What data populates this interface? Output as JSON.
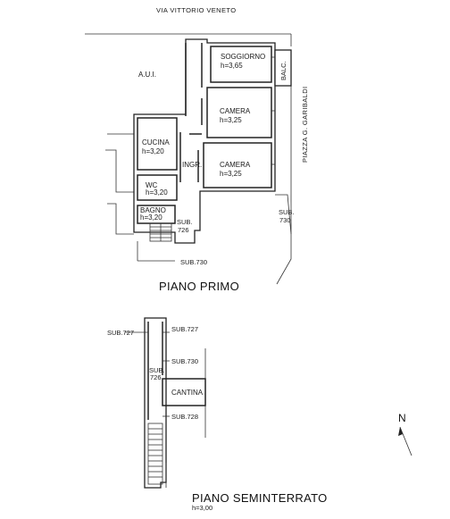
{
  "street_top": "VIA VITTORIO VENETO",
  "street_right": "PIAZZA G. GARIBALDI",
  "first_floor": {
    "title": "PIANO PRIMO",
    "rooms": {
      "soggiorno": "SOGGIORNO",
      "soggiorno_h": "h=3,65",
      "balc": "BALC.",
      "camera1": "CAMERA",
      "camera1_h": "h=3,25",
      "camera2": "CAMERA",
      "camera2_h": "h=3,25",
      "cucina": "CUCINA",
      "cucina_h": "h=3,20",
      "ingr": "INGR.",
      "wc": "WC",
      "wc_h": "h=3,20",
      "bagno": "BAGNO",
      "bagno_h": "h=3,20"
    },
    "aui": "A.U.I.",
    "sub726_a": "SUB.",
    "sub726_b": "726",
    "sub730_right_a": "SUB.",
    "sub730_right_b": "730",
    "sub730_bottom": "SUB.730"
  },
  "basement": {
    "title": "PIANO SEMINTERRATO",
    "height": "h=3,00",
    "sub727_left": "SUB.727",
    "sub727_right": "SUB.727",
    "sub730": "SUB.730",
    "sub726_a": "SUB.",
    "sub726_b": "726",
    "cantina": "CANTINA",
    "sub728": "SUB.728"
  },
  "north": "N"
}
